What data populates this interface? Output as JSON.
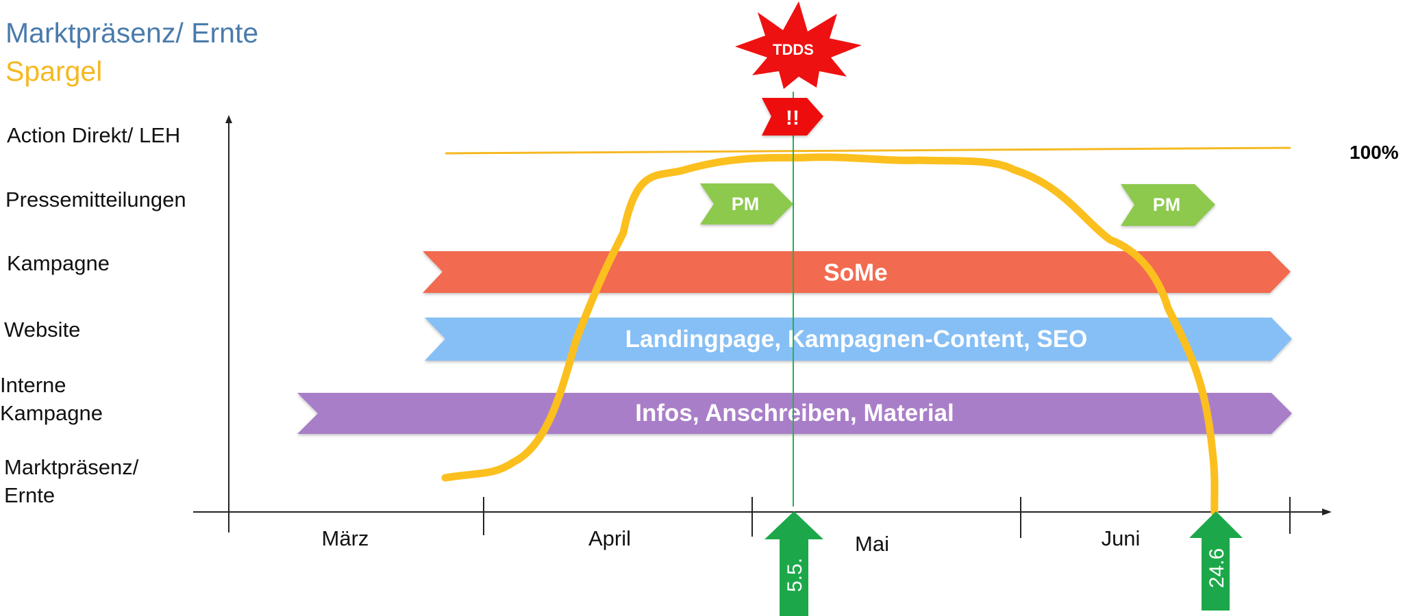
{
  "title": {
    "line1": "Marktpräsenz/ Ernte",
    "line2": "Spargel"
  },
  "rows": [
    {
      "id": "action",
      "lines": [
        "Action Direkt/ LEH"
      ]
    },
    {
      "id": "presse",
      "lines": [
        "Pressemitteilungen"
      ]
    },
    {
      "id": "kampagne",
      "lines": [
        "Kampagne"
      ]
    },
    {
      "id": "website",
      "lines": [
        "Website"
      ]
    },
    {
      "id": "intern",
      "lines": [
        "Interne",
        "Kampagne"
      ]
    },
    {
      "id": "ernte",
      "lines": [
        "Marktpräsenz/",
        "Ernte"
      ]
    }
  ],
  "months": [
    "März",
    "April",
    "Mai",
    "Juni"
  ],
  "hundred_label": "100%",
  "burst_label": "TDDS",
  "flag_label": "!!",
  "pm_label": "PM",
  "bars": {
    "some": "SoMe",
    "website": "Landingpage, Kampagnen-Content, SEO",
    "intern": "Infos, Anschreiben, Material"
  },
  "arrows": {
    "start": "5.5.",
    "end": "24.6"
  },
  "colors": {
    "title_blue": "#4a7bab",
    "title_yellow": "#f5b820",
    "curve": "#fbbf1e",
    "line100": "#f5b820",
    "some": "#f26a50",
    "website": "#86bff5",
    "intern": "#a97ec8",
    "pm": "#8dc94e",
    "tdds": "#ee1111",
    "green_arrow": "#1ca84a",
    "vline": "#22b24a"
  }
}
